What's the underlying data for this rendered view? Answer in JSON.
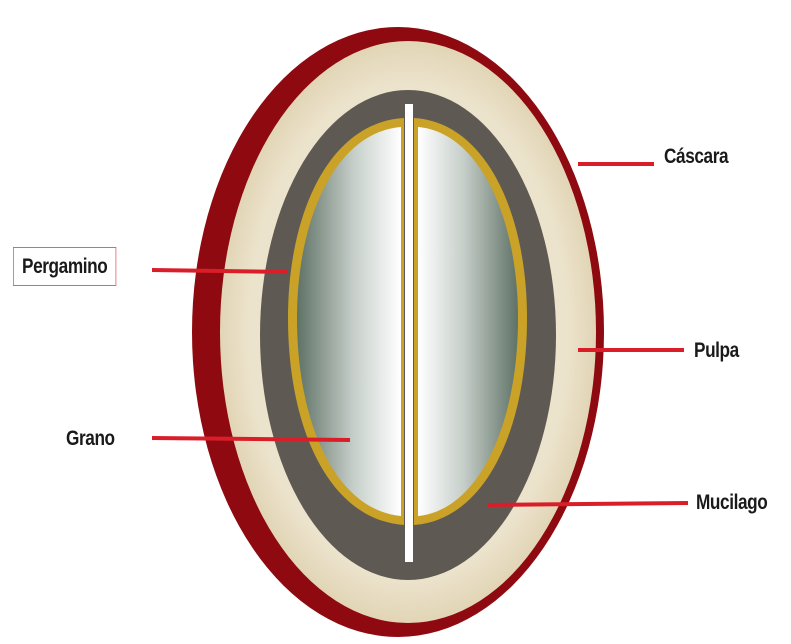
{
  "diagram": {
    "labels": {
      "cascara": "Cáscara",
      "pergamino": "Pergamino",
      "pulpa": "Pulpa",
      "grano": "Grano",
      "mucilago": "Mucilago"
    },
    "colors": {
      "cascara": "#8e0a10",
      "pulpa": "#e9dfc7",
      "mucilago": "#5e5a53",
      "pergamino": "#c9a227",
      "grano_dark": "#5f7266",
      "grano_light": "#ffffff",
      "leader_line": "#d91e2a",
      "label_box_border": "#e0646c",
      "label_text": "#1a1a1a"
    }
  }
}
